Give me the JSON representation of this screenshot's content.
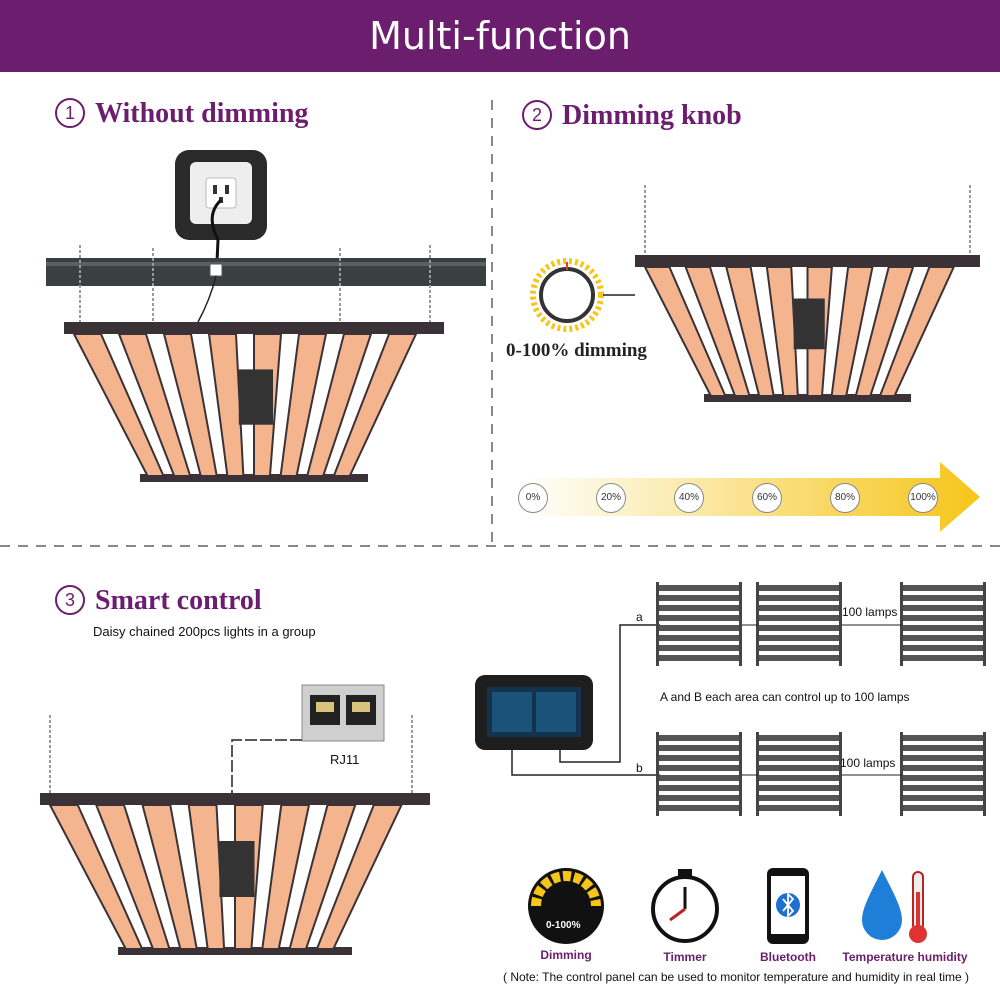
{
  "banner": {
    "title": "Multi-function"
  },
  "sections": {
    "s1": {
      "num": "1",
      "title": "Without dimming"
    },
    "s2": {
      "num": "2",
      "title": "Dimming knob",
      "knob_caption": "0-100% dimming"
    },
    "s3": {
      "num": "3",
      "title": "Smart control",
      "subtitle": "Daisy chained 200pcs lights in a group",
      "port_label": "RJ11"
    }
  },
  "dimming_scale": [
    "0%",
    "20%",
    "40%",
    "60%",
    "80%",
    "100%"
  ],
  "controller": {
    "branch_a": "a",
    "branch_b": "b",
    "lamps_a": "100 lamps",
    "lamps_b": "100 lamps",
    "area_note": "A and B each area can control up to 100 lamps"
  },
  "features": [
    {
      "icon": "dimming-gauge-icon",
      "label": "Dimming",
      "badge": "0-100%"
    },
    {
      "icon": "stopwatch-icon",
      "label": "Timmer"
    },
    {
      "icon": "bluetooth-phone-icon",
      "label": "Bluetooth"
    },
    {
      "icon": "temperature-humidity-icon",
      "label": "Temperature humidity"
    }
  ],
  "note": "( Note: The control panel can be used to monitor temperature and humidity in real time )",
  "colors": {
    "brand_purple": "#6b1d6e",
    "led_glow": "#f3b48e",
    "frame": "#3a3237",
    "gradient_yellow": "#f5c518"
  }
}
